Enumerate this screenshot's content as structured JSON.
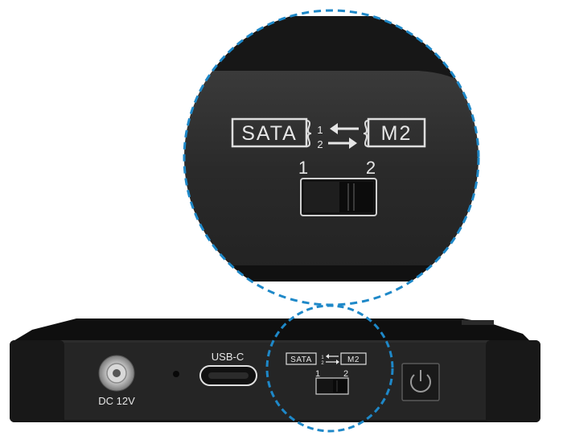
{
  "zoom_panel": {
    "switch_left_label": "SATA",
    "switch_right_label": "M2",
    "arrow_num_1": "1",
    "arrow_num_2": "2",
    "pos_1": "1",
    "pos_2": "2"
  },
  "device": {
    "power_label": "DC 12V",
    "usb_label": "USB-C",
    "switch_left_label": "SATA",
    "switch_right_label": "M2",
    "arrow_num_1": "1",
    "arrow_num_2": "2",
    "pos_1": "1",
    "pos_2": "2"
  },
  "colors": {
    "callout_circle": "#1e88c8",
    "device_body": "#1c1c1c",
    "label_text": "#e6e6e6"
  }
}
